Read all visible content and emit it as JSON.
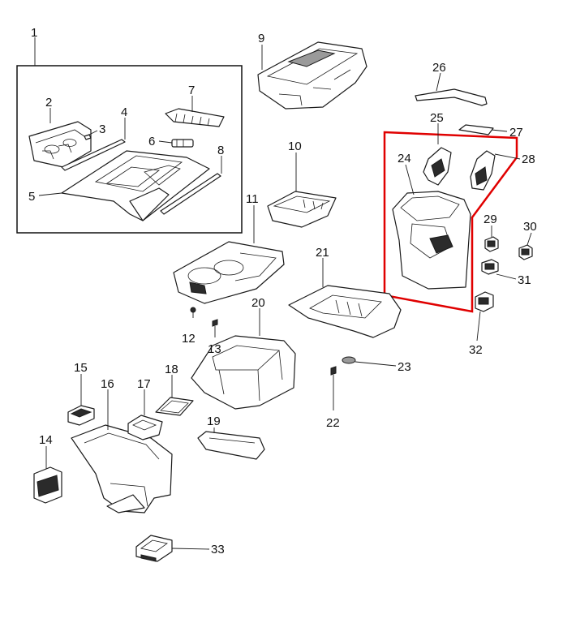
{
  "callouts": {
    "c1": "1",
    "c2": "2",
    "c3": "3",
    "c4": "4",
    "c5": "5",
    "c6": "6",
    "c7": "7",
    "c8": "8",
    "c9": "9",
    "c10": "10",
    "c11": "11",
    "c12": "12",
    "c13": "13",
    "c14": "14",
    "c15": "15",
    "c16": "16",
    "c17": "17",
    "c18": "18",
    "c19": "19",
    "c20": "20",
    "c21": "21",
    "c22": "22",
    "c23": "23",
    "c24": "24",
    "c25": "25",
    "c26": "26",
    "c27": "27",
    "c28": "28",
    "c29": "29",
    "c30": "30",
    "c31": "31",
    "c32": "32",
    "c33": "33"
  },
  "colors": {
    "highlight": "#e00000",
    "line": "#1a1a1a"
  }
}
